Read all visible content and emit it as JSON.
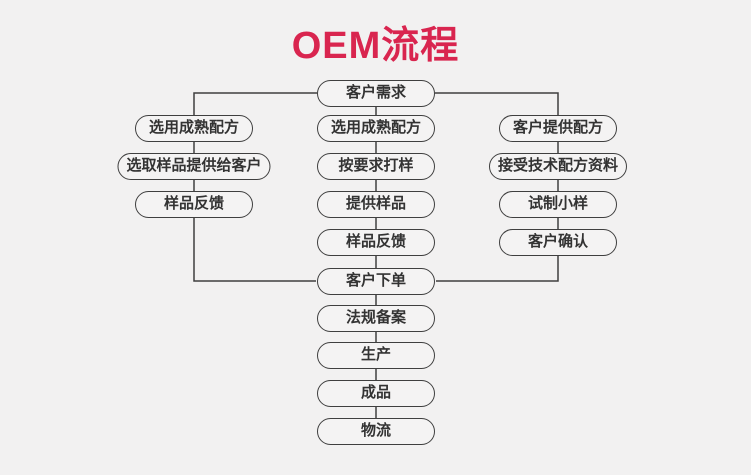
{
  "title": "OEM流程",
  "colors": {
    "background": "#f2f1f1",
    "box_fill": "#f4f3f3",
    "line": "#3f3f3f",
    "text": "#333333",
    "title": "#d9254f"
  },
  "flow": {
    "root": {
      "label": "客户需求"
    },
    "left_branch": [
      {
        "label": "选用成熟配方"
      },
      {
        "label": "选取样品提供给客户"
      },
      {
        "label": "样品反馈"
      }
    ],
    "middle_branch": [
      {
        "label": "选用成熟配方"
      },
      {
        "label": "按要求打样"
      },
      {
        "label": "提供样品"
      },
      {
        "label": "样品反馈"
      }
    ],
    "right_branch": [
      {
        "label": "客户提供配方"
      },
      {
        "label": "接受技术配方资料"
      },
      {
        "label": "试制小样"
      },
      {
        "label": "客户确认"
      }
    ],
    "trunk": [
      {
        "label": "客户下单"
      },
      {
        "label": "法规备案"
      },
      {
        "label": "生产"
      },
      {
        "label": "成品"
      },
      {
        "label": "物流"
      }
    ]
  }
}
